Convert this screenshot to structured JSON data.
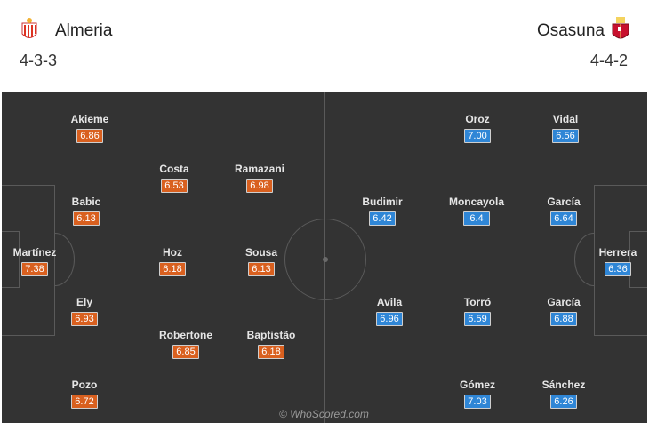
{
  "home": {
    "name": "Almeria",
    "formation": "4-3-3",
    "crest": "almeria-crest-icon",
    "players": [
      {
        "name": "Akieme",
        "rating": "6.86"
      },
      {
        "name": "Costa",
        "rating": "6.53"
      },
      {
        "name": "Ramazani",
        "rating": "6.98"
      },
      {
        "name": "Babic",
        "rating": "6.13"
      },
      {
        "name": "Martínez",
        "rating": "7.38"
      },
      {
        "name": "Hoz",
        "rating": "6.18"
      },
      {
        "name": "Sousa",
        "rating": "6.13"
      },
      {
        "name": "Ely",
        "rating": "6.93"
      },
      {
        "name": "Robertone",
        "rating": "6.85"
      },
      {
        "name": "Baptistão",
        "rating": "6.18"
      },
      {
        "name": "Pozo",
        "rating": "6.72"
      }
    ]
  },
  "away": {
    "name": "Osasuna",
    "formation": "4-4-2",
    "crest": "osasuna-crest-icon",
    "players": [
      {
        "name": "Oroz",
        "rating": "7.00"
      },
      {
        "name": "Vidal",
        "rating": "6.56"
      },
      {
        "name": "Budimir",
        "rating": "6.42"
      },
      {
        "name": "Moncayola",
        "rating": "6.4"
      },
      {
        "name": "García",
        "rating": "6.64"
      },
      {
        "name": "Herrera",
        "rating": "6.36"
      },
      {
        "name": "Avila",
        "rating": "6.96"
      },
      {
        "name": "Torró",
        "rating": "6.59"
      },
      {
        "name": "García",
        "rating": "6.88"
      },
      {
        "name": "Gómez",
        "rating": "7.03"
      },
      {
        "name": "Sánchez",
        "rating": "6.26"
      }
    ]
  },
  "colors": {
    "home_rating": "#d9601f",
    "away_rating": "#2f86d6",
    "pitch": "#333333"
  },
  "watermark": "© WhoScored.com"
}
